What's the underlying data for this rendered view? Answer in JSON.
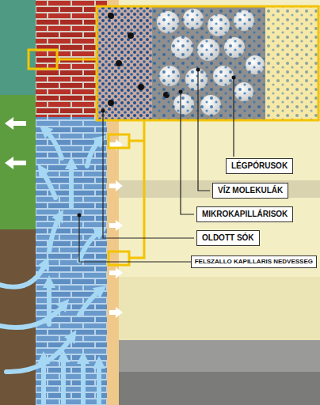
{
  "diagram": {
    "nodes": [
      {
        "text": [
          "LÉGPÓRUSOK"
        ]
      },
      {
        "text": [
          "VÍZ MOLEKULÁK"
        ]
      },
      {
        "text": [
          "MIKROKAPILLÁRISOK"
        ]
      },
      {
        "text": [
          "OLDOTT SÓK"
        ]
      },
      {
        "text": [
          "FELSZALLO KAPILLARIS NEDVESSEG"
        ]
      }
    ]
  }
}
